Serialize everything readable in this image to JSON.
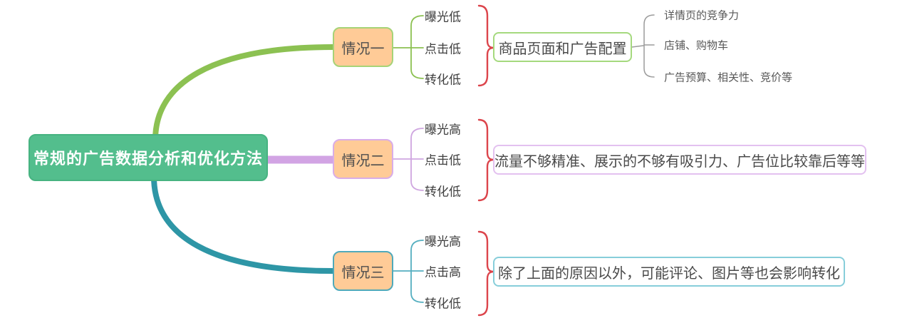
{
  "root": {
    "label": "常规的广告数据分析和优化方法"
  },
  "branches": [
    {
      "label": "情况一",
      "metrics": [
        "曝光低",
        "点击低",
        "转化低"
      ],
      "conclusion": "商品页面和广告配置",
      "details": [
        "详情页的竞争力",
        "店铺、购物车",
        "广告预算、相关性、竞价等"
      ],
      "accent_color": "#8CC152"
    },
    {
      "label": "情况二",
      "metrics": [
        "曝光高",
        "点击低",
        "转化低"
      ],
      "conclusion": "流量不够精准、展示的不够有吸引力、广告位比较靠后等等",
      "accent_color": "#CFA6E0"
    },
    {
      "label": "情况三",
      "metrics": [
        "曝光高",
        "点击高",
        "转化低"
      ],
      "conclusion": "除了上面的原因以外，可能评论、图片等也会影响转化",
      "accent_color": "#2E96A6"
    }
  ],
  "colors": {
    "root_bg": "#53BE8D",
    "case_bg": "#FFCB97",
    "branch1_line": "#8CC152",
    "branch2_line": "#D2A4E4",
    "branch3_line": "#2E96A6",
    "brace": "#DC444B",
    "detail_line": "#9B9B9B",
    "text_dark": "#4A4A4A",
    "text_white": "#FFFFFF"
  }
}
